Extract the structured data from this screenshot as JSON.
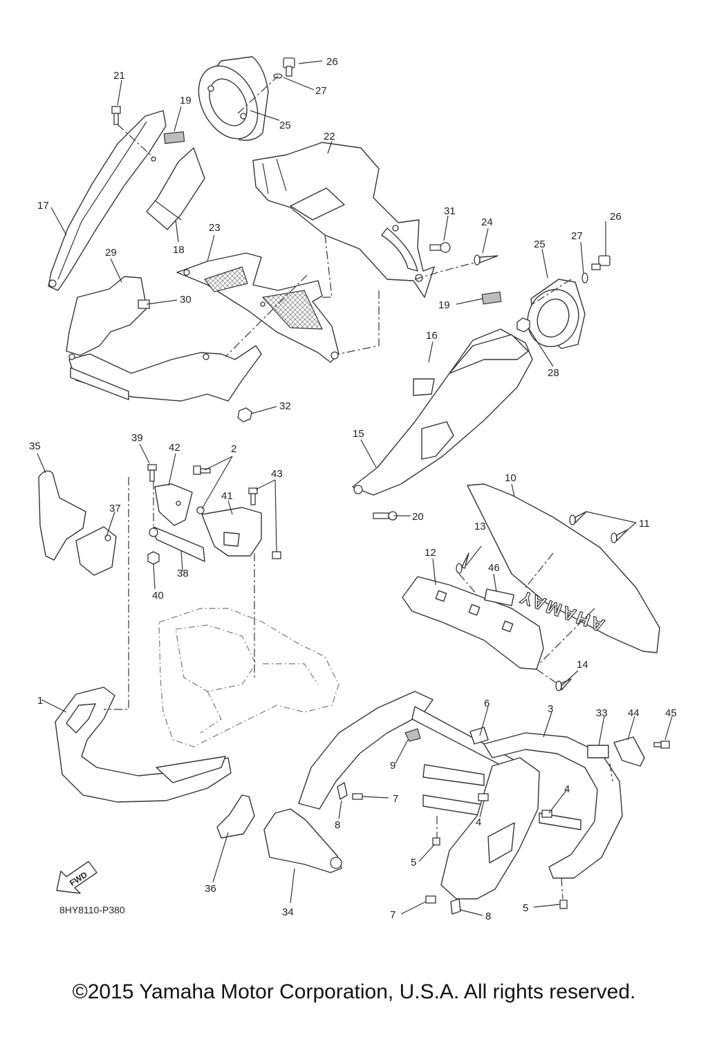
{
  "drawing_code": "8HY8110-P380",
  "copyright": "©2015 Yamaha Motor Corporation, U.S.A. All rights reserved.",
  "fwd_label": "FWD",
  "emblem_text": "YAMAHA",
  "callouts": {
    "c1": "1",
    "c2": "2",
    "c3": "3",
    "c4a": "4",
    "c4b": "4",
    "c5a": "5",
    "c5b": "5",
    "c6": "6",
    "c7a": "7",
    "c7b": "7",
    "c8a": "8",
    "c8b": "8",
    "c9": "9",
    "c10": "10",
    "c11": "11",
    "c12": "12",
    "c13": "13",
    "c14": "14",
    "c15": "15",
    "c16": "16",
    "c17": "17",
    "c18": "18",
    "c19a": "19",
    "c19b": "19",
    "c20": "20",
    "c21": "21",
    "c22": "22",
    "c23": "23",
    "c24": "24",
    "c25a": "25",
    "c25b": "25",
    "c26a": "26",
    "c26b": "26",
    "c27a": "27",
    "c27b": "27",
    "c28": "28",
    "c29": "29",
    "c30": "30",
    "c31": "31",
    "c32": "32",
    "c33": "33",
    "c34": "34",
    "c35": "35",
    "c36": "36",
    "c37": "37",
    "c38": "38",
    "c39": "39",
    "c40": "40",
    "c41": "41",
    "c42": "42",
    "c43": "43",
    "c44": "44",
    "c45": "45",
    "c46": "46"
  }
}
